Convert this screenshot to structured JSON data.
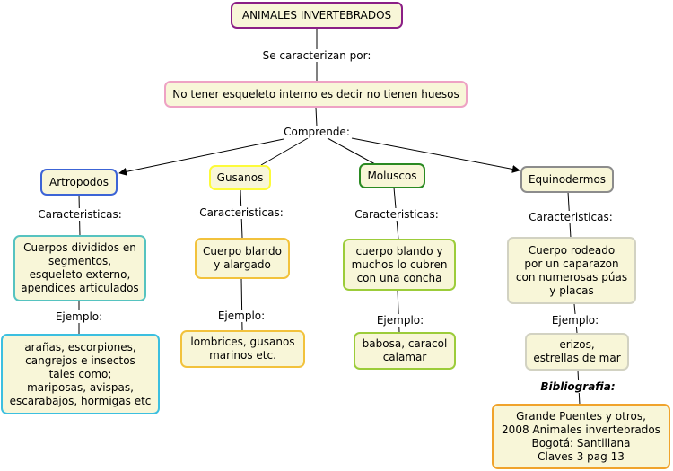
{
  "colors": {
    "node_fill": "#f8f6d8",
    "root_border": "#8b1f86",
    "definition_border": "#eea2c4",
    "artropodos_border": "#3c64d6",
    "artropodos_detail_border": "#56c3c0",
    "artropodos_example_border": "#3cbfe0",
    "gusanos_border": "#fdfb3a",
    "gusanos_detail_border": "#f2c23c",
    "moluscos_border": "#2a8a22",
    "moluscos_detail_border": "#9ccc3a",
    "equinodermos_border": "#8c8c8c",
    "equinodermos_detail_border": "#d2d2c2",
    "bibliografia_border": "#f0a32c",
    "line": "#000000"
  },
  "root": {
    "label": "ANIMALES INVERTEBRADOS"
  },
  "link_root": "Se caracterizan por:",
  "definition": {
    "label": "No tener esqueleto interno es decir no tienen huesos"
  },
  "link_comprende": "Comprende:",
  "groups": [
    {
      "name": "Artropodos",
      "link_caracteristicas": "Caracteristicas:",
      "caracteristicas": "Cuerpos divididos en\nsegmentos,\nesqueleto externo,\napendices articulados",
      "link_ejemplo": "Ejemplo:",
      "ejemplo": "arañas, escorpiones,\ncangrejos e insectos\ntales como;\nmariposas, avispas,\nescarabajos, hormigas etc"
    },
    {
      "name": "Gusanos",
      "link_caracteristicas": "Caracteristicas:",
      "caracteristicas": "Cuerpo blando\ny alargado",
      "link_ejemplo": "Ejemplo:",
      "ejemplo": "lombrices, gusanos\nmarinos etc."
    },
    {
      "name": "Moluscos",
      "link_caracteristicas": "Caracteristicas:",
      "caracteristicas": "cuerpo blando y\nmuchos lo cubren\ncon una concha",
      "link_ejemplo": "Ejemplo:",
      "ejemplo": "babosa, caracol\ncalamar"
    },
    {
      "name": "Equinodermos",
      "link_caracteristicas": "Caracteristicas:",
      "caracteristicas": "Cuerpo rodeado\npor un caparazon\ncon numerosas púas\ny placas",
      "link_ejemplo": "Ejemplo:",
      "ejemplo": "erizos,\nestrellas de mar"
    }
  ],
  "link_bibliografia": "Bibliografia:",
  "bibliografia": {
    "label": "Grande Puentes y otros,\n2008 Animales invertebrados\nBogotá: Santillana\nClaves 3 pag 13"
  }
}
